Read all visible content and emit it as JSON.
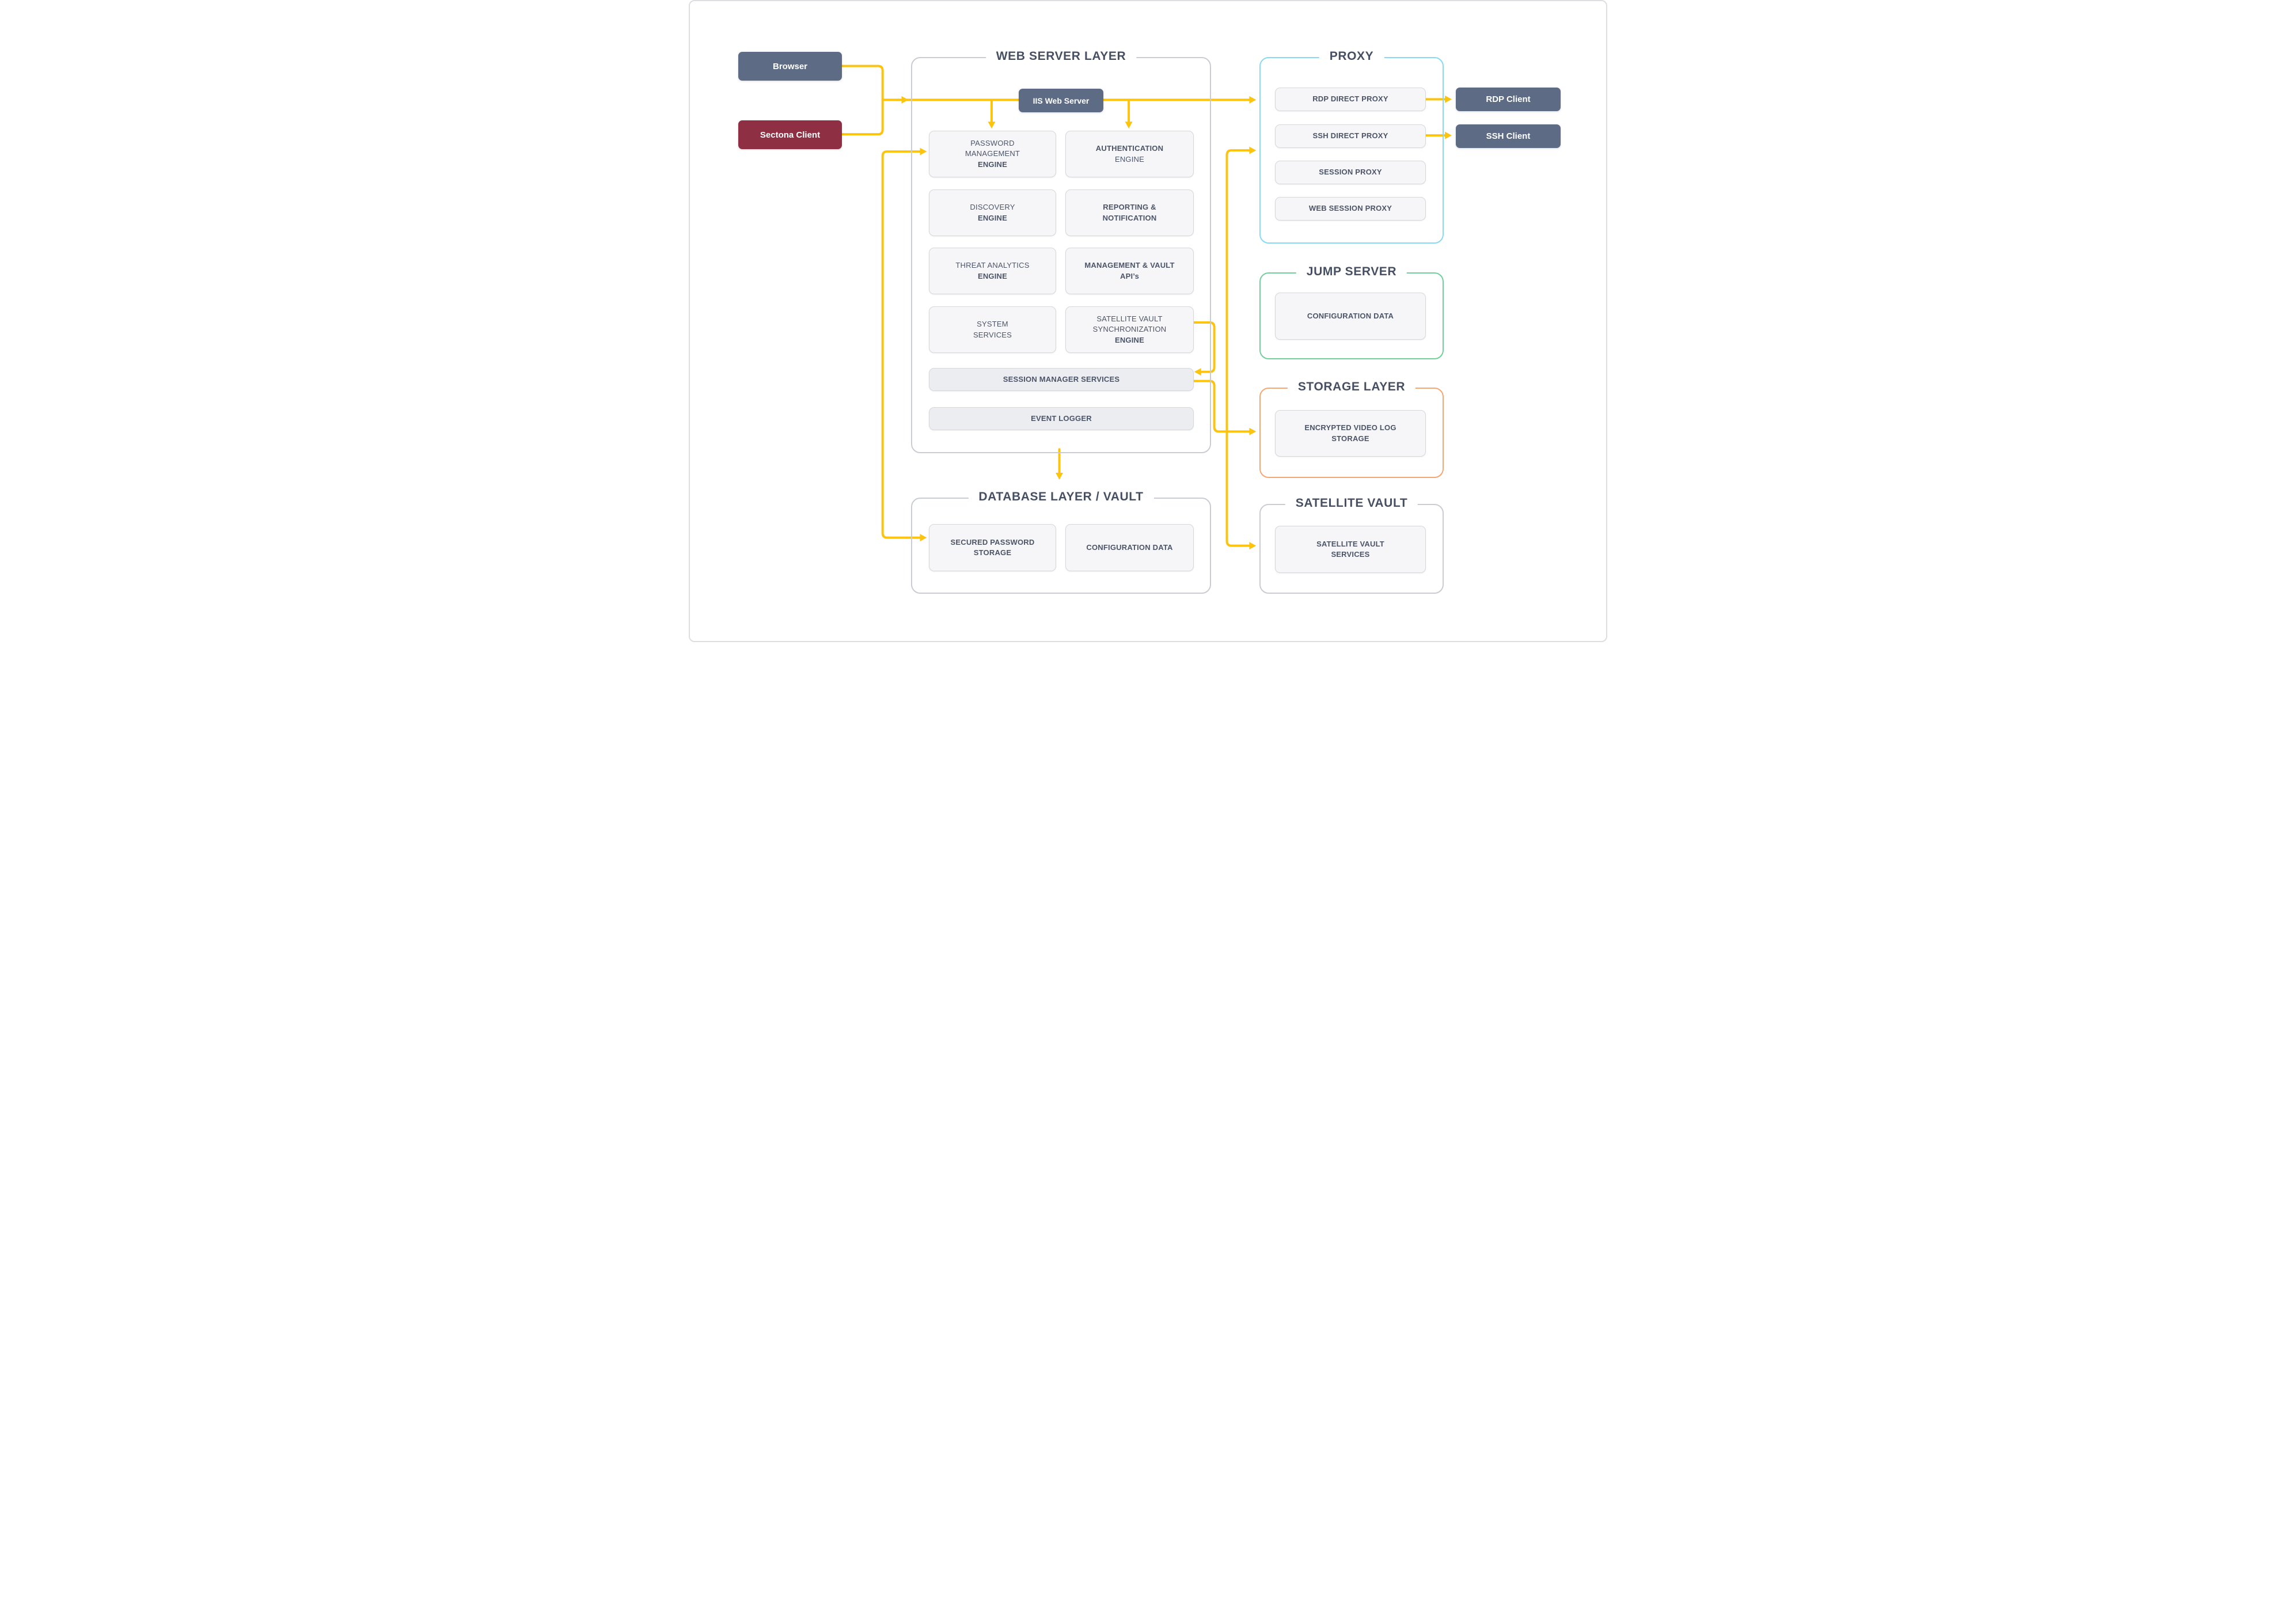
{
  "colors": {
    "accent_yellow": "#fcc40e",
    "slate_blue": "#5d6b85",
    "maroon": "#8e2f43",
    "proxy_border_cyan": "#87d9f4",
    "jump_border_green": "#72cf9a",
    "storage_border_orange": "#f5a671",
    "container_border_gray": "#c9ccd2",
    "title_text": "#474f63",
    "box_text": "#4c5468"
  },
  "containers": {
    "web": {
      "title": "WEB SERVER LAYER"
    },
    "proxy": {
      "title": "PROXY"
    },
    "jump": {
      "title": "JUMP SERVER"
    },
    "storage": {
      "title": "STORAGE LAYER"
    },
    "satvault": {
      "title": "SATELLITE VAULT"
    },
    "database": {
      "title": "DATABASE LAYER / VAULT"
    }
  },
  "nodes": {
    "browser": {
      "label": "Browser"
    },
    "sectona": {
      "label": "Sectona Client"
    },
    "iis": {
      "label": "IIS Web Server"
    },
    "pme": {
      "lines": [
        "PASSWORD",
        "MANAGEMENT",
        "ENGINE"
      ]
    },
    "auth": {
      "lines": [
        "AUTHENTICATION",
        "ENGINE"
      ]
    },
    "discovery": {
      "lines": [
        "DISCOVERY",
        "ENGINE"
      ]
    },
    "reporting": {
      "lines": [
        "REPORTING &",
        "NOTIFICATION"
      ]
    },
    "threat": {
      "lines": [
        "THREAT ANALYTICS",
        "ENGINE"
      ]
    },
    "mgmt": {
      "lines": [
        "MANAGEMENT & VAULT",
        "API’s"
      ]
    },
    "system": {
      "lines": [
        "SYSTEM",
        "SERVICES"
      ]
    },
    "satsync": {
      "lines": [
        "SATELLITE VAULT",
        "SYNCHRONIZATION",
        "ENGINE"
      ]
    },
    "sms": {
      "label": "SESSION MANAGER SERVICES"
    },
    "eventlogger": {
      "label": "EVENT LOGGER"
    },
    "rdpproxy": {
      "label": "RDP DIRECT PROXY"
    },
    "sshproxy": {
      "label": "SSH DIRECT PROXY"
    },
    "sessionproxy": {
      "label": "SESSION PROXY"
    },
    "websessionproxy": {
      "label": "WEB SESSION PROXY"
    },
    "rdpclient": {
      "label": "RDP Client"
    },
    "sshclient": {
      "label": "SSH Client"
    },
    "jumpconfig": {
      "label": "CONFIGURATION DATA"
    },
    "videostorage": {
      "lines": [
        "ENCRYPTED VIDEO LOG",
        "STORAGE"
      ]
    },
    "satservices": {
      "lines": [
        "SATELLITE VAULT",
        "SERVICES"
      ]
    },
    "securedpwd": {
      "lines": [
        "SECURED PASSWORD",
        "STORAGE"
      ]
    },
    "dbconfig": {
      "label": "CONFIGURATION DATA"
    }
  }
}
